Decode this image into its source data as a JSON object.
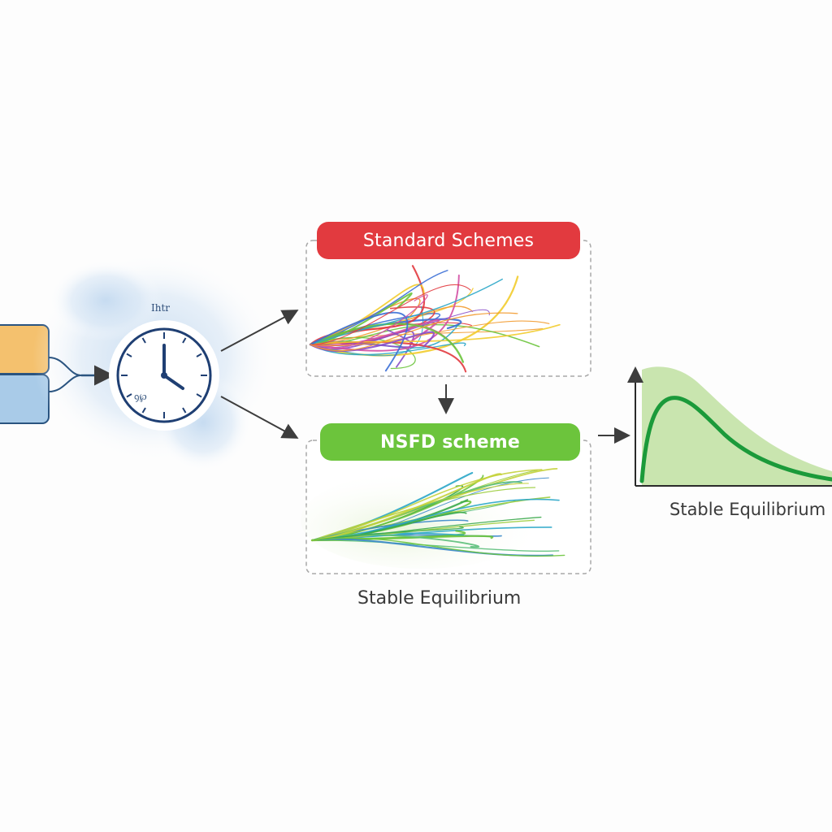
{
  "panels": {
    "standard": {
      "title": "Standard Schemes"
    },
    "nsfd": {
      "title": "NSFD scheme"
    }
  },
  "captions": {
    "middle": "Stable Equilibrium",
    "right": "Stable Equilibrium"
  },
  "clock": {
    "text": "Ihtr"
  },
  "colors": {
    "standard_pill": "#e23a3f",
    "nsfd_pill": "#6cc43c",
    "curve_green": "#1b9a3a",
    "area_green": "#b7dc94",
    "clock_blue": "#1f3f73",
    "block_orange": "#f4c16e",
    "block_blue": "#a9cbe8"
  }
}
